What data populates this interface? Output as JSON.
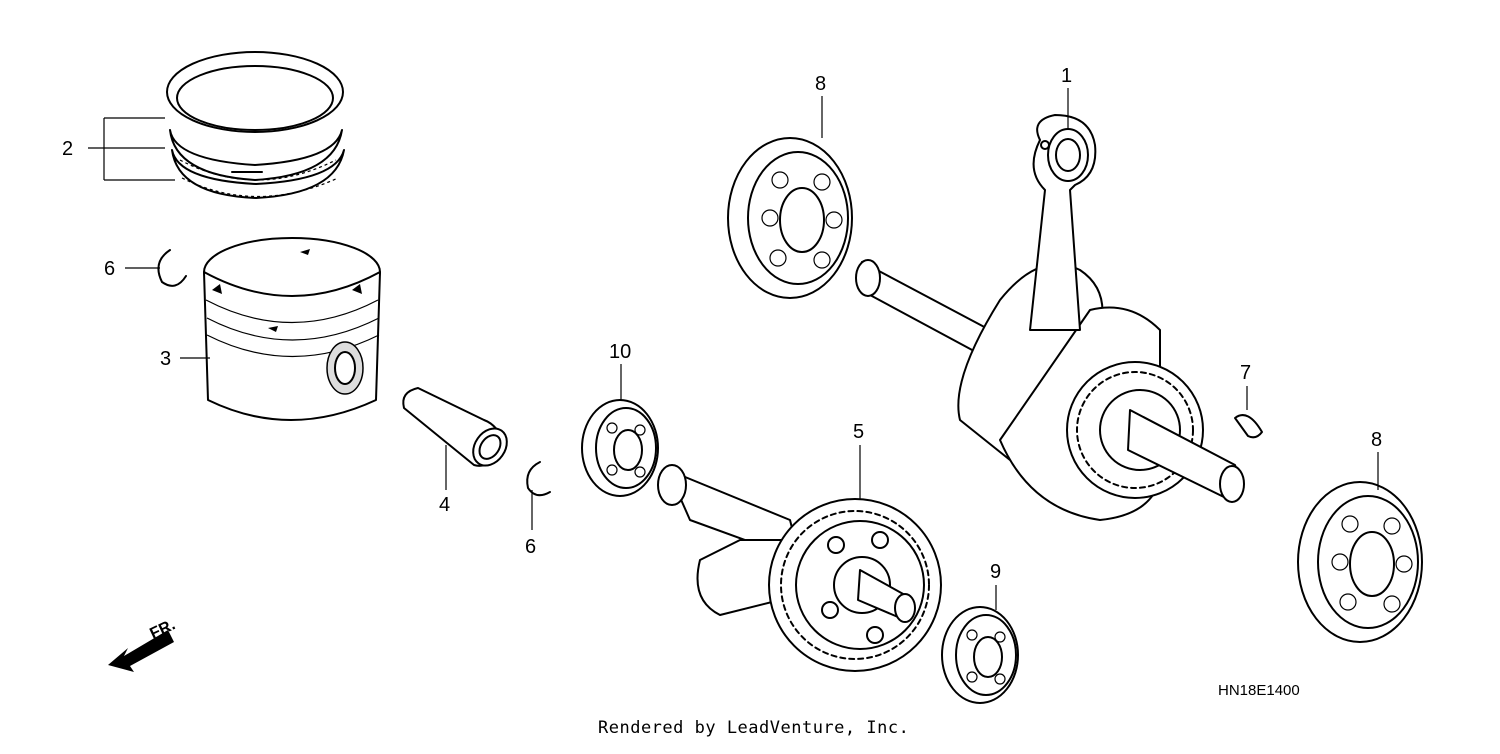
{
  "diagram": {
    "callouts": [
      {
        "id": "1",
        "text": "1"
      },
      {
        "id": "2",
        "text": "2"
      },
      {
        "id": "3",
        "text": "3"
      },
      {
        "id": "4",
        "text": "4"
      },
      {
        "id": "5",
        "text": "5"
      },
      {
        "id": "6a",
        "text": "6"
      },
      {
        "id": "6b",
        "text": "6"
      },
      {
        "id": "7",
        "text": "7"
      },
      {
        "id": "8a",
        "text": "8"
      },
      {
        "id": "8b",
        "text": "8"
      },
      {
        "id": "9",
        "text": "9"
      },
      {
        "id": "10",
        "text": "10"
      }
    ],
    "direction_label": "FR.",
    "diagram_code": "HN18E1400",
    "credit": "Rendered by LeadVenture, Inc."
  }
}
